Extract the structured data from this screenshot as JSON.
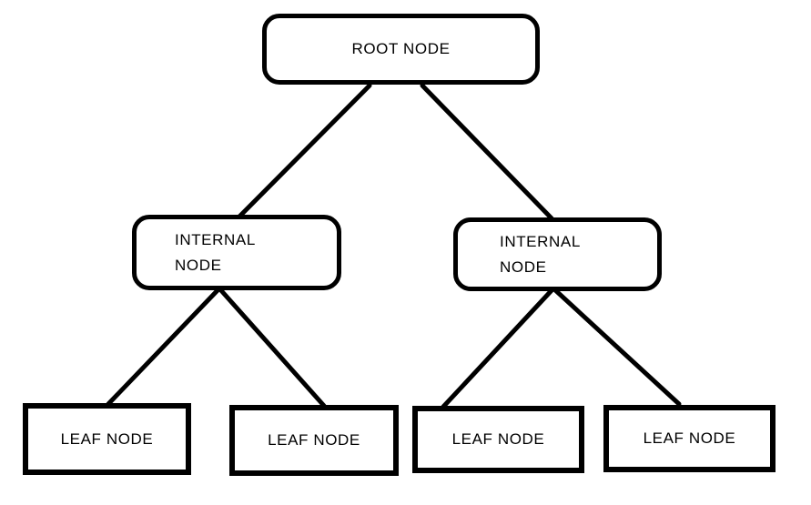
{
  "colors": {
    "ink": "#000000",
    "background": "#ffffff"
  },
  "nodes": {
    "root": {
      "label": "ROOT NODE"
    },
    "internal_left": {
      "label": "INTERNAL NODE"
    },
    "internal_right": {
      "label": "INTERNAL NODE"
    },
    "leaves": [
      {
        "label": "LEAF NODE"
      },
      {
        "label": "LEAF NODE"
      },
      {
        "label": "LEAF NODE"
      },
      {
        "label": "LEAF NODE"
      }
    ]
  }
}
